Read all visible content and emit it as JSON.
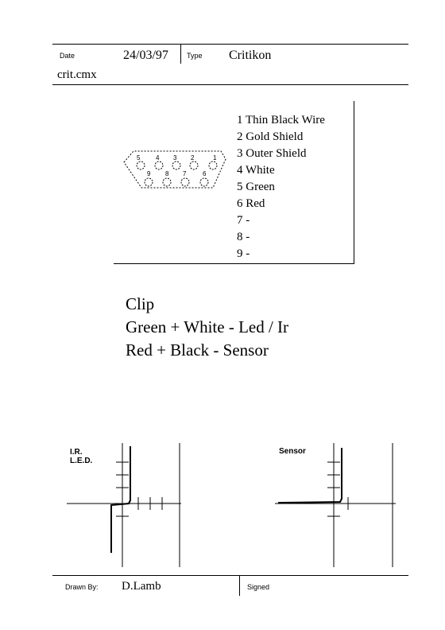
{
  "header": {
    "date_label": "Date",
    "date_value": "24/03/97",
    "type_label": "Type",
    "type_value": "Critikon",
    "filename": "crit.cmx"
  },
  "connector": {
    "pin_numbers": [
      "1",
      "2",
      "3",
      "4",
      "5",
      "6",
      "7",
      "8",
      "9"
    ],
    "pins": [
      "1 Thin Black Wire",
      "2 Gold Shield",
      "3 Outer Shield",
      "4 White",
      "5 Green",
      "6 Red",
      "7 -",
      "8 -",
      "9 -"
    ]
  },
  "clip": {
    "title": "Clip",
    "line1": "Green + White - Led / Ir",
    "line2": "Red + Black - Sensor"
  },
  "plots": {
    "led_label_line1": "I.R.",
    "led_label_line2": "L.E.D.",
    "sensor_label": "Sensor"
  },
  "footer": {
    "drawn_by_label": "Drawn By:",
    "drawn_by_value": "D.Lamb",
    "signed_label": "Signed"
  }
}
